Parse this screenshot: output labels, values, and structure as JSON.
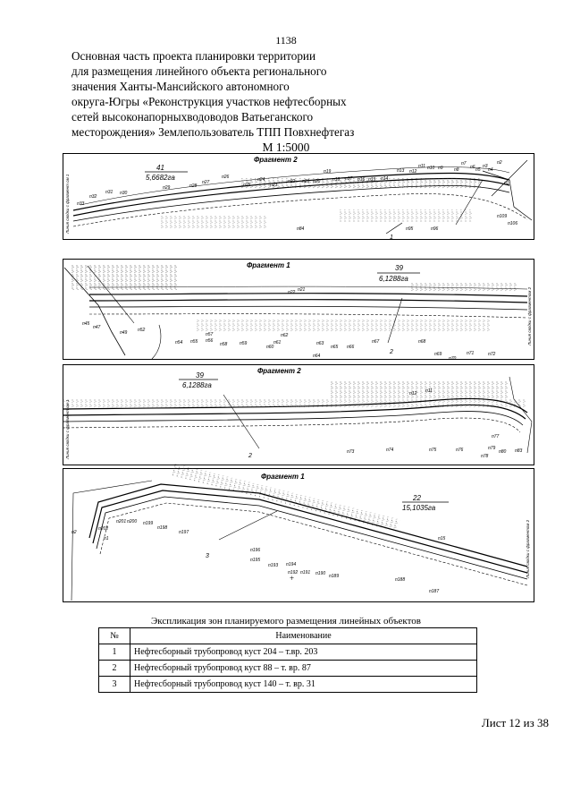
{
  "page_number": "1138",
  "title_lines": [
    "Основная часть проекта планировки территории",
    "для размещения линейного объекта регионального",
    "значения Ханты-Мансийского автономного",
    "округа-Югры «Реконструкция участков нефтесборных",
    "сетей высоконапорныхводоводов Ватьеганского",
    "месторождения» Землепользователь ТПП Повхнефтегаз"
  ],
  "scale": "М 1:5000",
  "map": {
    "panels": [
      {
        "fragment": "Фрагмент 2",
        "zone_number": "41",
        "area": "5,6682га",
        "line_number": "1",
        "side_label": "Линия сводки с фрагмент ом 1",
        "points": [
          "п1",
          "п2",
          "п3",
          "п4",
          "п5",
          "п6",
          "п7",
          "п8",
          "п9",
          "п10",
          "п11",
          "п12",
          "п13",
          "п14",
          "п15",
          "п16",
          "п17",
          "п18",
          "п19",
          "п20",
          "п21",
          "п22",
          "п23",
          "п24",
          "п25",
          "п26",
          "п27",
          "п28",
          "п29",
          "п30",
          "п31",
          "п32",
          "п33",
          "п84",
          "п95",
          "п96",
          "п106",
          "п109"
        ]
      },
      {
        "fragment": "Фрагмент 1",
        "zone_number": "39",
        "area": "6,1288га",
        "line_number": "2",
        "side_label": "Линия сводки с фрагментом 2",
        "points": [
          "п21",
          "п22",
          "п45",
          "п47",
          "п49",
          "п52",
          "п54",
          "п55",
          "п56",
          "п57",
          "п58",
          "п59",
          "п60",
          "п61",
          "п62",
          "п63",
          "п64",
          "п65",
          "п66",
          "п67",
          "п68",
          "п69",
          "п70",
          "п71",
          "п72"
        ]
      },
      {
        "fragment": "Фрагмент 2",
        "zone_number": "39",
        "area": "6,1288га",
        "line_number": "2",
        "side_label": "Линия сводки с фрагмент ом 1",
        "points": [
          "п11",
          "п12",
          "п73",
          "п74",
          "п75",
          "п76",
          "п77",
          "п78",
          "п79",
          "п80",
          "п83"
        ]
      },
      {
        "fragment": "Фрагмент 1",
        "zone_number": "22",
        "area": "15,1035га",
        "line_number": "3",
        "side_label": "Линия сводки с фрагментом 2",
        "points": [
          "п1",
          "п2",
          "п15",
          "п187",
          "п188",
          "п189",
          "п190",
          "п191",
          "п192",
          "п193",
          "п194",
          "п195",
          "п196",
          "п197",
          "п198",
          "п199",
          "п200",
          "п201",
          "п202"
        ]
      }
    ]
  },
  "explication": {
    "title": "Экспликация зон планируемого размещения линейных объектов",
    "headers": [
      "№",
      "Наименование"
    ],
    "rows": [
      {
        "n": "1",
        "name": "Нефтесборный трубопровод куст 204 – т.вр. 203"
      },
      {
        "n": "2",
        "name": "Нефтесборный трубопровод куст 88 – т. вр. 87"
      },
      {
        "n": "3",
        "name": "Нефтесборный трубопровод куст 140 – т. вр. 31"
      }
    ]
  },
  "sheet": "Лист 12 из 38"
}
